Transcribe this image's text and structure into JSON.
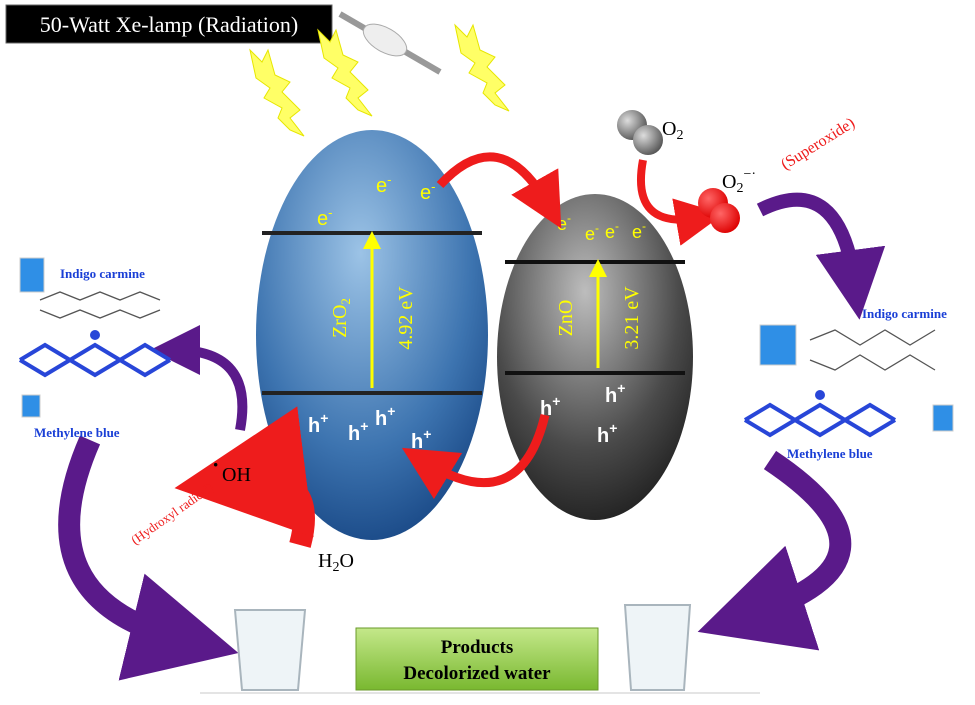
{
  "title": "50-Watt Xe-lamp (Radiation)",
  "zro2": {
    "label": "ZrO",
    "sub": "2",
    "gap": "4.92 eV",
    "electron": "e",
    "hole": "h",
    "color": "#3d74b0"
  },
  "zno": {
    "label": "ZnO",
    "gap": "3.21 eV",
    "electron": "e",
    "hole": "h",
    "color": "#3a3a3a"
  },
  "oxygen": {
    "label": "O",
    "sub": "2"
  },
  "superoxide": {
    "symbol": "O",
    "sub": "2",
    "sup": "−·",
    "name": "(Superoxide)"
  },
  "hydroxyl": {
    "symbol": "OH",
    "dot": "·",
    "name": "(Hydroxyl radical)"
  },
  "water": {
    "label": "H",
    "sub": "2",
    "tail": "O"
  },
  "dyes_left": {
    "dye1": "Indigo carmine",
    "dye2": "Methylene blue"
  },
  "dyes_right": {
    "dye1": "Indigo carmine",
    "dye2": "Methylene blue"
  },
  "products": {
    "line1": "Products",
    "line2": "Decolorized water"
  },
  "colors": {
    "red_arrow": "#ee1c1c",
    "purple_arrow": "#5a1a8a",
    "yellow": "#ffff00",
    "dye_label": "#1a3fd6",
    "products_box": "#9bd14a"
  }
}
